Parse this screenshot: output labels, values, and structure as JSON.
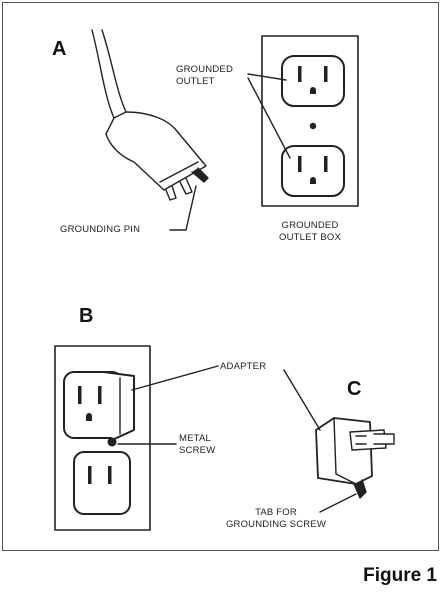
{
  "figure": {
    "caption": "Figure 1",
    "part_labels": {
      "a": "A",
      "b": "B",
      "c": "C"
    },
    "callouts": {
      "grounded_outlet_line1": "GROUNDED",
      "grounded_outlet_line2": "OUTLET",
      "grounding_pin": "GROUNDING PIN",
      "outlet_box_line1": "GROUNDED",
      "outlet_box_line2": "OUTLET BOX",
      "adapter": "ADAPTER",
      "metal_screw_line1": "METAL",
      "metal_screw_line2": "SCREW",
      "tab_line1": "TAB FOR",
      "tab_line2": "GROUNDING SCREW"
    }
  }
}
